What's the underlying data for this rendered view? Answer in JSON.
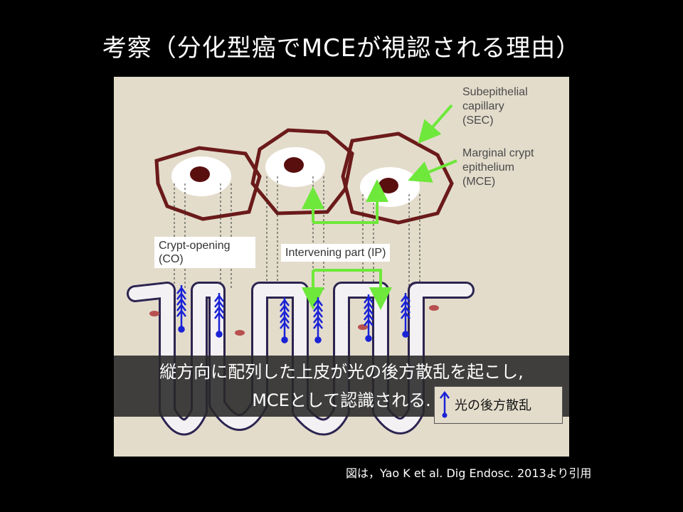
{
  "title": "考察（分化型癌でMCEが視認される理由）",
  "labels": {
    "sec": [
      "Subepithelial",
      "capillary",
      "(SEC)"
    ],
    "mce": [
      "Marginal crypt",
      "epithelium",
      "(MCE)"
    ],
    "co": [
      "Crypt-opening",
      "(CO)"
    ],
    "ip": "Intervening part (IP)"
  },
  "caption": [
    "縦方向に配列した上皮が光の後方散乱を起こし,",
    "MCEとして認識される."
  ],
  "legend": "光の後方散乱",
  "citation": "図は，Yao K et al. Dig Endosc. 2013より引用",
  "colors": {
    "background": "#000000",
    "panel": "#e3dccb",
    "capillary": "#6b1a1a",
    "crypt_center": "#5a0f0f",
    "arrow_green": "#6ee83a",
    "scatter_blue": "#1a22d6",
    "caption_bg": "#282828"
  },
  "icons": [
    "green-arrow-icon",
    "blue-backscatter-arrow-icon"
  ]
}
